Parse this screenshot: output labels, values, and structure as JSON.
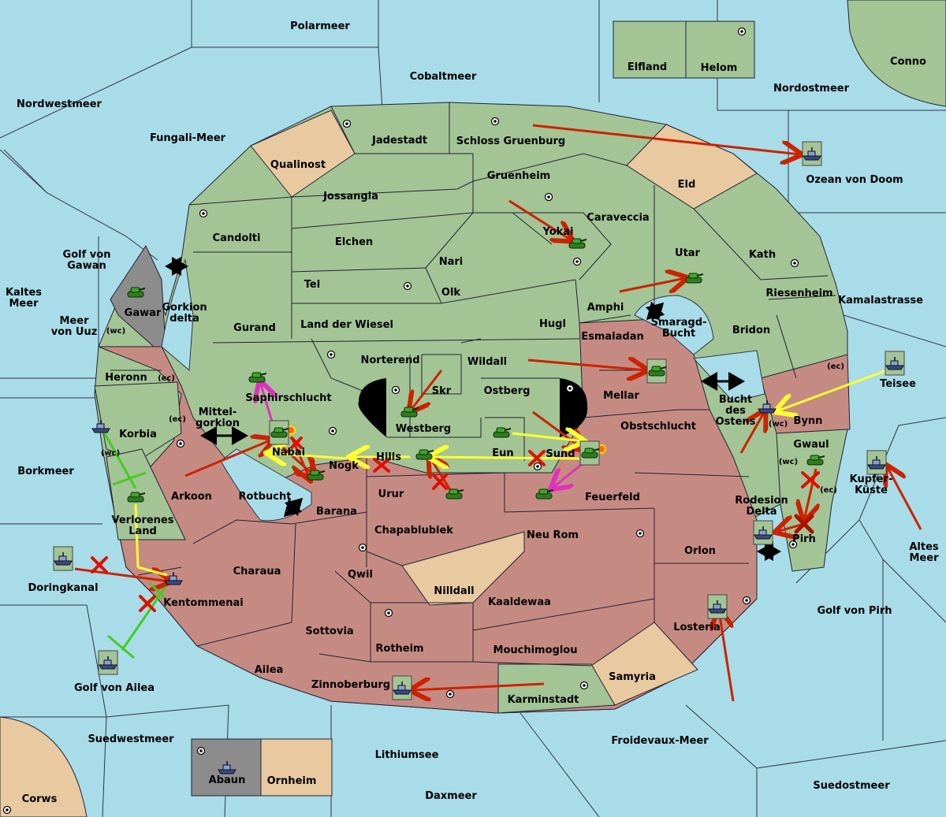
{
  "colors": {
    "sea": "#a8dce8",
    "neutral": "#a3c495",
    "red_power": "#c58b82",
    "tan": "#e8c9a0",
    "grey": "#8c8c8c",
    "order_red": "#cc2200",
    "order_yellow": "#ffff33",
    "order_green": "#44cc22",
    "order_magenta": "#dd33bb"
  },
  "seas": {
    "polarmeer": "Polarmeer",
    "cobaltmeer": "Cobaltmeer",
    "nordostmeer": "Nordostmeer",
    "nordwestmeer": "Nordwestmeer",
    "fungali": "Fungali-Meer",
    "ozean": "Ozean von Doom",
    "golf_gawan": "Golf von\nGawan",
    "kaltes_meer": "Kaltes\nMeer",
    "meer_uuz": "Meer\nvon Uuz",
    "kamalastrasse": "Kamalastrasse",
    "borkmeer": "Borkmeer",
    "doringkanal": "Doringkanal",
    "golf_ailea": "Golf von Ailea",
    "suedwestmeer": "Suedwestmeer",
    "lithiumsee": "Lithiumsee",
    "froidevaux": "Froidevaux-Meer",
    "daxmeer": "Daxmeer",
    "suedostmeer": "Suedostmeer",
    "golf_pirh": "Golf von Pirh",
    "altes_meer": "Altes\nMeer",
    "kupfer": "Kupfer-\nKüste",
    "rotbucht": "Rotbucht",
    "mittel": "Mittel-\ngorkion",
    "bucht_ostens": "Bucht\ndes\nOstens",
    "smaragd": "Smaragd-\nBucht",
    "gorkion": "Gorkion\ndelta",
    "rodesion": "Rodesion\nDelta",
    "corws": "Corws"
  },
  "lands": {
    "elfland": "Elfland",
    "helom": "Helom",
    "conno": "Conno",
    "qualinost": "Qualinost",
    "jadestadt": "Jadestadt",
    "schloss": "Schloss Gruenburg",
    "eld": "Eld",
    "jossangia": "Jossangia",
    "gruenheim": "Gruenheim",
    "caraveccia": "Caraveccia",
    "candolti": "Candolti",
    "elchen": "Elchen",
    "yokai": "Yokai",
    "nari": "Nari",
    "utar": "Utar",
    "kath": "Kath",
    "tel": "Tel",
    "olk": "Olk",
    "riesenheim": "Riesenheim",
    "amphi": "Amphi",
    "gawar": "Gawar",
    "gurand": "Gurand",
    "land_wiesel": "Land der Wiesel",
    "hugl": "Hugl",
    "bridon": "Bridon",
    "esmaladan": "Esmaladan",
    "heronn": "Heronn",
    "norterend": "Norterend",
    "wildall": "Wildall",
    "mellar": "Mellar",
    "skr": "Skr",
    "ostberg": "Ostberg",
    "saphir": "Saphirschlucht",
    "westberg": "Westberg",
    "teisee": "Teisee",
    "bynn": "Bynn",
    "korbia": "Korbia",
    "obstschlucht": "Obstschlucht",
    "nabai": "Nabai",
    "hills": "Hills",
    "eun": "Eun",
    "sund": "Sund",
    "gwaul": "Gwaul",
    "nogk": "Nogk",
    "arkoon": "Arkoon",
    "urur": "Urur",
    "feuerfeld": "Feuerfeld",
    "verlorenes": "Verlorenes\nLand",
    "barana": "Barana",
    "chapablublek": "Chapablublek",
    "neu_rom": "Neu Rom",
    "pirh": "Pirh",
    "orlon": "Orlon",
    "charaua": "Charaua",
    "qwil": "Qwil",
    "nilldall": "Nilldall",
    "kaaldewaa": "Kaaldewaa",
    "kentommenai": "Kentommenai",
    "sottovia": "Sottovia",
    "rotheim": "Rotheim",
    "mouchimoglou": "Mouchimoglou",
    "losteria": "Losteria",
    "ailea": "Ailea",
    "zinnoberburg": "Zinnoberburg",
    "samyria": "Samyria",
    "karminstadt": "Karminstadt",
    "abaun": "Abaun",
    "ornheim": "Ornheim"
  },
  "coasts": {
    "wc": "(wc)",
    "ec": "(ec)"
  },
  "icons": {
    "army": "tank-icon",
    "fleet": "ship-icon",
    "supply": "supply-center-icon",
    "fail": "failed-order-x-icon",
    "dislodge": "dislodged-burst-icon",
    "convoy_link": "double-arrow-icon"
  }
}
